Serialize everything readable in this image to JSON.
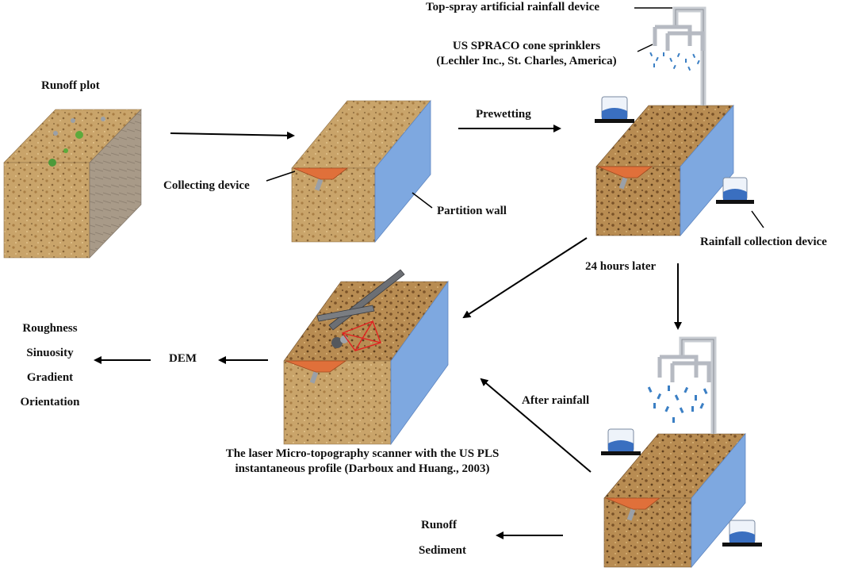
{
  "labels": {
    "runoff_plot": "Runoff plot",
    "collecting_device": "Collecting device",
    "partition_wall": "Partition wall",
    "prewetting": "Prewetting",
    "rainfall_device": "Top-spray artificial rainfall device",
    "sprinklers_line1": "US SPRACO cone sprinklers",
    "sprinklers_line2": "(Lechler Inc., St. Charles, America)",
    "rainfall_collection": "Rainfall collection device",
    "hours_later": "24 hours later",
    "after_rainfall": "After rainfall",
    "dem": "DEM",
    "scanner_line1": "The laser Micro-topography scanner with the US PLS",
    "scanner_line2": "instantaneous profile (Darboux and Huang., 2003)",
    "runoff": "Runoff",
    "sediment": "Sediment"
  },
  "metrics": [
    "Roughness",
    "Sinuosity",
    "Gradient",
    "Orientation"
  ],
  "colors": {
    "soil_top": "#c9a46a",
    "soil_front": "#c8a26c",
    "soil_side": "#a89a86",
    "partition_wall": "#7ea8e0",
    "collector": "#e0703a",
    "rain_drop": "#3b7fc4",
    "pipe": "#c8ccd2"
  }
}
